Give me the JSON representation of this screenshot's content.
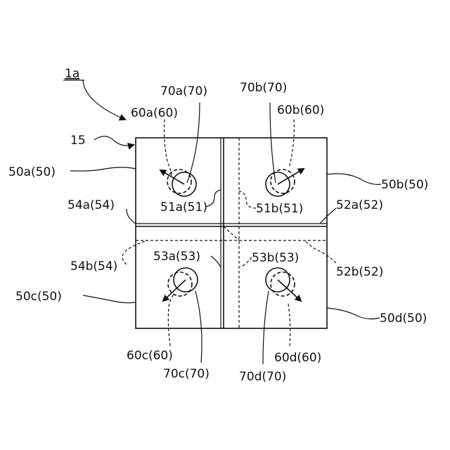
{
  "labels": {
    "device": "1a",
    "frame": "15",
    "l70a": "70a(70)",
    "l70b": "70b(70)",
    "l60a": "60a(60)",
    "l60b": "60b(60)",
    "l50a": "50a(50)",
    "l50b": "50b(50)",
    "l51a": "51a(51)",
    "l51b": "51b(51)",
    "l54a": "54a(54)",
    "l52a": "52a(52)",
    "l54b": "54b(54)",
    "l52b": "52b(52)",
    "l53a": "53a(53)",
    "l53b": "53b(53)",
    "l50c": "50c(50)",
    "l50d": "50d(50)",
    "l60c": "60c(60)",
    "l60d": "60d(60)",
    "l70c": "70c(70)",
    "l70d": "70d(70)"
  }
}
